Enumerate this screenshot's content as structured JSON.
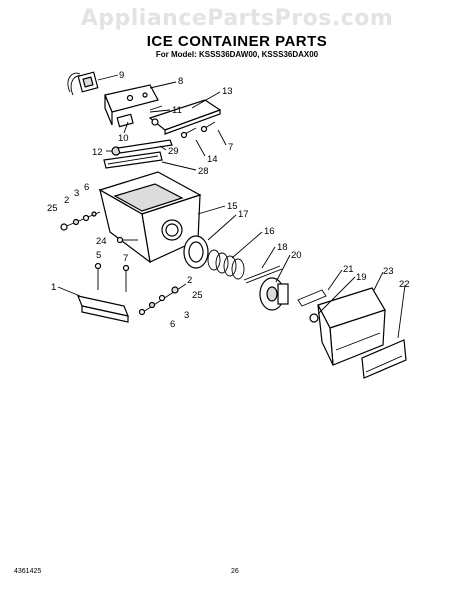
{
  "header": {
    "watermark": "AppliancePartsPros.com",
    "title": "ICE CONTAINER PARTS",
    "subtitle": "For Model: KSSS36DAW00, KSSS36DAX00"
  },
  "footer": {
    "doc_number": "4361425",
    "page_number": "26"
  },
  "callouts": [
    {
      "id": "c9",
      "label": "9"
    },
    {
      "id": "c8",
      "label": "8"
    },
    {
      "id": "c13",
      "label": "13"
    },
    {
      "id": "c11",
      "label": "11"
    },
    {
      "id": "c10",
      "label": "10"
    },
    {
      "id": "c12",
      "label": "12"
    },
    {
      "id": "c29",
      "label": "29"
    },
    {
      "id": "c14",
      "label": "14"
    },
    {
      "id": "c7a",
      "label": "7"
    },
    {
      "id": "c28",
      "label": "28"
    },
    {
      "id": "c25a",
      "label": "25"
    },
    {
      "id": "c2a",
      "label": "2"
    },
    {
      "id": "c3a",
      "label": "3"
    },
    {
      "id": "c6a",
      "label": "6"
    },
    {
      "id": "c15",
      "label": "15"
    },
    {
      "id": "c17",
      "label": "17"
    },
    {
      "id": "c16",
      "label": "16"
    },
    {
      "id": "c24",
      "label": "24"
    },
    {
      "id": "c18",
      "label": "18"
    },
    {
      "id": "c20",
      "label": "20"
    },
    {
      "id": "c5",
      "label": "5"
    },
    {
      "id": "c7b",
      "label": "7"
    },
    {
      "id": "c21",
      "label": "21"
    },
    {
      "id": "c19",
      "label": "19"
    },
    {
      "id": "c23",
      "label": "23"
    },
    {
      "id": "c22",
      "label": "22"
    },
    {
      "id": "c1",
      "label": "1"
    },
    {
      "id": "c2b",
      "label": "2"
    },
    {
      "id": "c25b",
      "label": "25"
    },
    {
      "id": "c3b",
      "label": "3"
    },
    {
      "id": "c6b",
      "label": "6"
    }
  ]
}
